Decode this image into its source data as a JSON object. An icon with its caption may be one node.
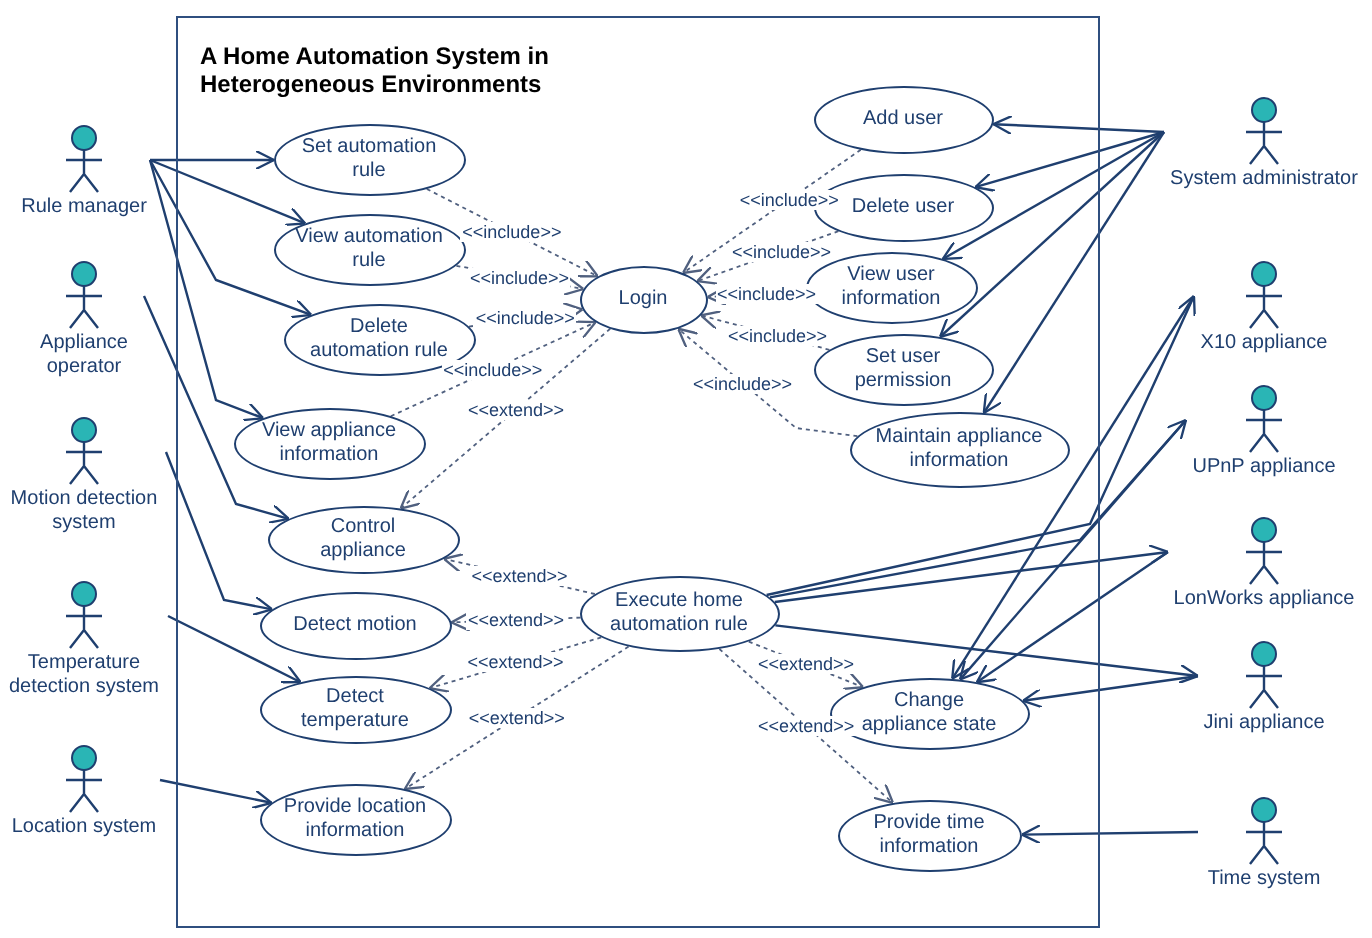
{
  "diagram": {
    "nodes": [
      {
        "text": [
          "A Home Automation System in Heterogeneous Environments"
        ]
      },
      {
        "text": [
          "Set automation rule"
        ],
        "in": 0
      },
      {
        "text": [
          "View automation rule"
        ],
        "in": 0
      },
      {
        "text": [
          "Delete automation rule"
        ],
        "in": 0
      },
      {
        "text": [
          "View appliance information"
        ],
        "in": 0
      },
      {
        "text": [
          "Control appliance"
        ],
        "in": 0
      },
      {
        "text": [
          "Detect motion"
        ],
        "in": 0
      },
      {
        "text": [
          "Detect temperature"
        ],
        "in": 0
      },
      {
        "text": [
          "Provide location information"
        ],
        "in": 0
      },
      {
        "text": [
          "Login"
        ],
        "in": 0
      },
      {
        "text": [
          "Execute home automation rule"
        ],
        "in": 0
      },
      {
        "text": [
          "Add user"
        ],
        "in": 0
      },
      {
        "text": [
          "Delete user"
        ],
        "in": 0
      },
      {
        "text": [
          "View user information"
        ],
        "in": 0
      },
      {
        "text": [
          "Set user permission"
        ],
        "in": 0
      },
      {
        "text": [
          "Maintain appliance information"
        ],
        "in": 0
      },
      {
        "text": [
          "Change appliance state"
        ],
        "in": 0
      },
      {
        "text": [
          "Provide time information"
        ],
        "in": 0
      },
      {
        "text": [
          "Rule manager"
        ]
      },
      {
        "text": [
          "Appliance operator"
        ]
      },
      {
        "text": [
          "Motion detection system"
        ]
      },
      {
        "text": [
          "Temperature detection system"
        ]
      },
      {
        "text": [
          "Location system"
        ]
      },
      {
        "text": [
          "System administrator"
        ]
      },
      {
        "text": [
          "X10 appliance"
        ]
      },
      {
        "text": [
          "UPnP appliance"
        ]
      },
      {
        "text": [
          "LonWorks appliance"
        ]
      },
      {
        "text": [
          "Jini appliance"
        ]
      },
      {
        "text": [
          "Time system"
        ]
      }
    ],
    "edges": [
      {
        "from": 18,
        "to": 1,
        "arrow": "to"
      },
      {
        "from": 18,
        "to": 2,
        "arrow": "to"
      },
      {
        "from": 18,
        "to": 3,
        "arrow": "to"
      },
      {
        "from": 18,
        "to": 4,
        "arrow": "to"
      },
      {
        "from": 19,
        "to": 5,
        "arrow": "to"
      },
      {
        "from": 20,
        "to": 6,
        "arrow": "to"
      },
      {
        "from": 21,
        "to": 7,
        "arrow": "to"
      },
      {
        "from": 22,
        "to": 8,
        "arrow": "to"
      },
      {
        "from": 1,
        "to": 9,
        "arrow": "to",
        "style": "dashed",
        "label": "<<include>>"
      },
      {
        "from": 2,
        "to": 9,
        "arrow": "to",
        "style": "dashed",
        "label": "<<include>>"
      },
      {
        "from": 3,
        "to": 9,
        "arrow": "to",
        "style": "dashed",
        "label": "<<include>>"
      },
      {
        "from": 4,
        "to": 9,
        "arrow": "to",
        "style": "dashed",
        "label": "<<include>>"
      },
      {
        "from": 9,
        "to": 5,
        "arrow": "to",
        "style": "dashed",
        "label": "<<extend>>"
      },
      {
        "from": 11,
        "to": 9,
        "arrow": "to",
        "style": "dashed",
        "label": "<<include>>"
      },
      {
        "from": 12,
        "to": 9,
        "arrow": "to",
        "style": "dashed",
        "label": "<<include>>"
      },
      {
        "from": 13,
        "to": 9,
        "arrow": "to",
        "style": "dashed",
        "label": "<<include>>"
      },
      {
        "from": 14,
        "to": 9,
        "arrow": "to",
        "style": "dashed",
        "label": "<<include>>"
      },
      {
        "from": 15,
        "to": 9,
        "arrow": "to",
        "style": "dashed",
        "label": "<<include>>"
      },
      {
        "from": 10,
        "to": 5,
        "arrow": "to",
        "style": "dashed",
        "label": "<<extend>>"
      },
      {
        "from": 10,
        "to": 6,
        "arrow": "to",
        "style": "dashed",
        "label": "<<extend>>"
      },
      {
        "from": 10,
        "to": 7,
        "arrow": "to",
        "style": "dashed",
        "label": "<<extend>>"
      },
      {
        "from": 10,
        "to": 8,
        "arrow": "to",
        "style": "dashed",
        "label": "<<extend>>"
      },
      {
        "from": 10,
        "to": 16,
        "arrow": "to",
        "style": "dashed",
        "label": "<<extend>>"
      },
      {
        "from": 10,
        "to": 17,
        "arrow": "to",
        "style": "dashed",
        "label": "<<extend>>"
      },
      {
        "from": 23,
        "to": 11,
        "arrow": "to"
      },
      {
        "from": 23,
        "to": 12,
        "arrow": "to"
      },
      {
        "from": 23,
        "to": 13,
        "arrow": "to"
      },
      {
        "from": 23,
        "to": 14,
        "arrow": "to"
      },
      {
        "from": 23,
        "to": 15,
        "arrow": "to"
      },
      {
        "from": 10,
        "to": 24,
        "arrow": "to"
      },
      {
        "from": 10,
        "to": 25,
        "arrow": "to"
      },
      {
        "from": 10,
        "to": 26,
        "arrow": "to"
      },
      {
        "from": 10,
        "to": 27,
        "arrow": "to"
      },
      {
        "from": 24,
        "to": 16,
        "arrow": "to"
      },
      {
        "from": 25,
        "to": 16,
        "arrow": "to"
      },
      {
        "from": 26,
        "to": 16,
        "arrow": "to"
      },
      {
        "from": 27,
        "to": 16,
        "arrow": "to"
      },
      {
        "from": 28,
        "to": 17,
        "arrow": "to"
      }
    ]
  }
}
